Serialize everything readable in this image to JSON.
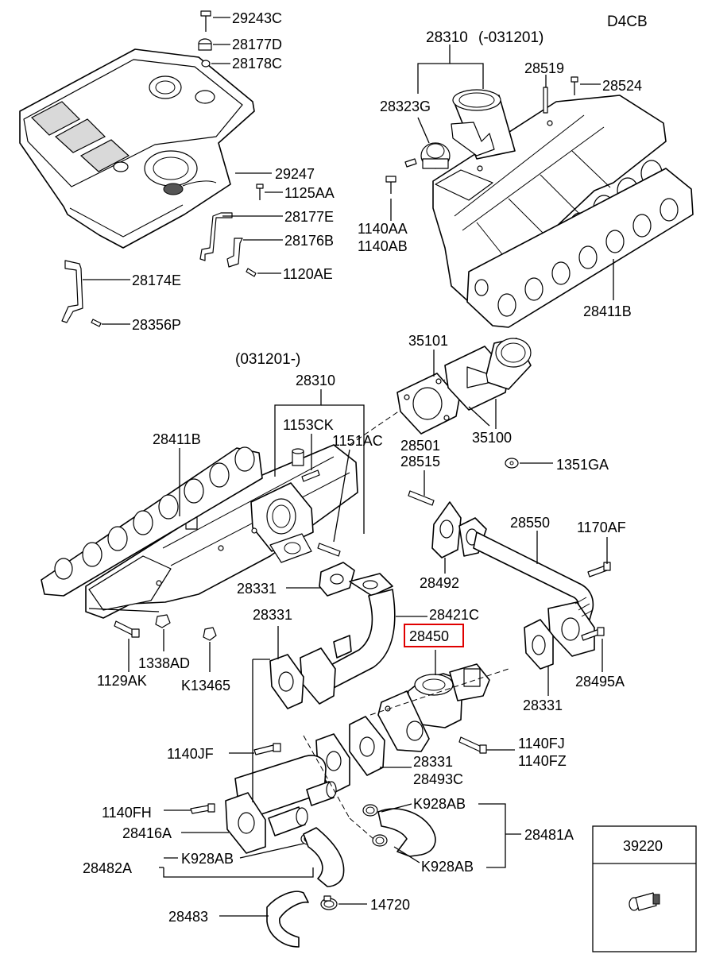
{
  "engine_code": "D4CB",
  "highlight_color": "#e00000",
  "callouts": {
    "p29243C": "29243C",
    "p28177D": "28177D",
    "p28178C": "28178C",
    "p28310_top": "28310",
    "p28310_top_note": "(-031201)",
    "p28519": "28519",
    "p28524": "28524",
    "p28323G": "28323G",
    "p29247": "29247",
    "p1125AA": "1125AA",
    "p28177E": "28177E",
    "p28176B": "28176B",
    "p1140AA": "1140AA",
    "p1140AB": "1140AB",
    "p1120AE": "1120AE",
    "p28174E": "28174E",
    "p28356P": "28356P",
    "p28411B_top": "28411B",
    "p031201_note": "(031201-)",
    "p28310_mid": "28310",
    "p35101": "35101",
    "p1153CK": "1153CK",
    "p1151AC": "1151AC",
    "p28411B_mid": "28411B",
    "p28501": "28501",
    "p28515": "28515",
    "p35100": "35100",
    "p1351GA": "1351GA",
    "p28550": "28550",
    "p1170AF": "1170AF",
    "p28492": "28492",
    "p28331_a": "28331",
    "p28421C": "28421C",
    "p28331_b": "28331",
    "p28450": "28450",
    "p1338AD": "1338AD",
    "p1129AK": "1129AK",
    "pK13465": "K13465",
    "p28495A": "28495A",
    "p28331_c": "28331",
    "p1140FJ": "1140FJ",
    "p1140FZ": "1140FZ",
    "p1140JF": "1140JF",
    "p28331_d": "28331",
    "p28493C": "28493C",
    "pK928AB_a": "K928AB",
    "p1140FH": "1140FH",
    "p28481A": "28481A",
    "p28416A": "28416A",
    "pK928AB_b": "K928AB",
    "pK928AB_c": "K928AB",
    "p28482A": "28482A",
    "p14720": "14720",
    "p28483": "28483",
    "p39220": "39220"
  }
}
